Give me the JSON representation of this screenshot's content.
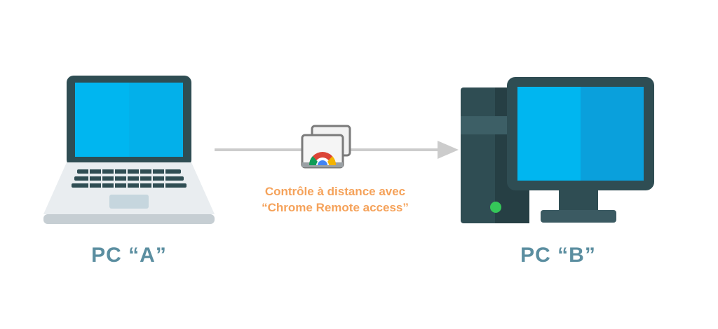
{
  "pc_a": {
    "label": "PC “A”"
  },
  "pc_b": {
    "label": "PC “B”"
  },
  "connection": {
    "caption_line1": "Contrôle à distance avec",
    "caption_line2": "“Chrome Remote access”"
  },
  "colors": {
    "label": "#5b8ea0",
    "caption": "#f5a25a",
    "arrow": "#cccccc",
    "screen": "#00b6f0",
    "device_dark": "#2f4d53",
    "laptop_base": "#e9edf0"
  },
  "icons": [
    "laptop-icon",
    "desktop-pc-icon",
    "chrome-remote-desktop-icon",
    "arrow-right-icon"
  ]
}
